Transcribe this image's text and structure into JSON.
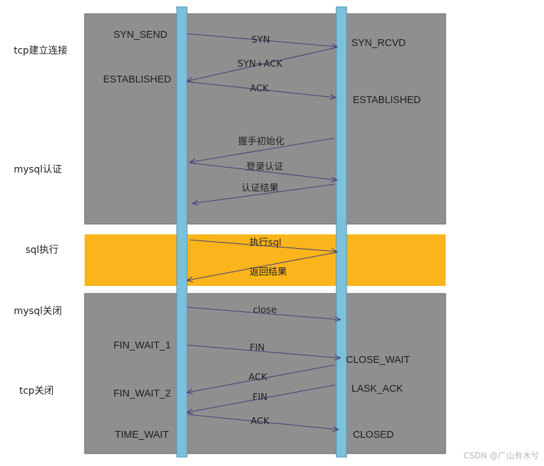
{
  "phases": {
    "tcp_connect": "tcp建立连接",
    "mysql_auth": "mysql认证",
    "sql_exec": "sql执行",
    "mysql_close": "mysql关闭",
    "tcp_close": "tcp关闭"
  },
  "client_states": {
    "syn_send": "SYN_SEND",
    "established": "ESTABLISHED",
    "fin_wait_1": "FIN_WAIT_1",
    "fin_wait_2": "FIN_WAIT_2",
    "time_wait": "TIME_WAIT"
  },
  "server_states": {
    "syn_rcvd": "SYN_RCVD",
    "established": "ESTABLISHED",
    "close_wait": "CLOSE_WAIT",
    "lask_ack": "LASK_ACK",
    "closed": "CLOSED"
  },
  "messages": [
    "SYN",
    "SYN+ACK",
    "ACK",
    "握手初始化",
    "登录认证",
    "认证结果",
    "执行sql",
    "返回结果",
    "close",
    "FIN",
    "ACK",
    "FIN",
    "ACK"
  ],
  "colors": {
    "gray_block": "#8f8f8f",
    "yellow_block": "#f9b51b",
    "lifeline": "#7cc0dc",
    "arrow": "#4a3f7a"
  },
  "watermark": "CSDN @广山有木兮"
}
